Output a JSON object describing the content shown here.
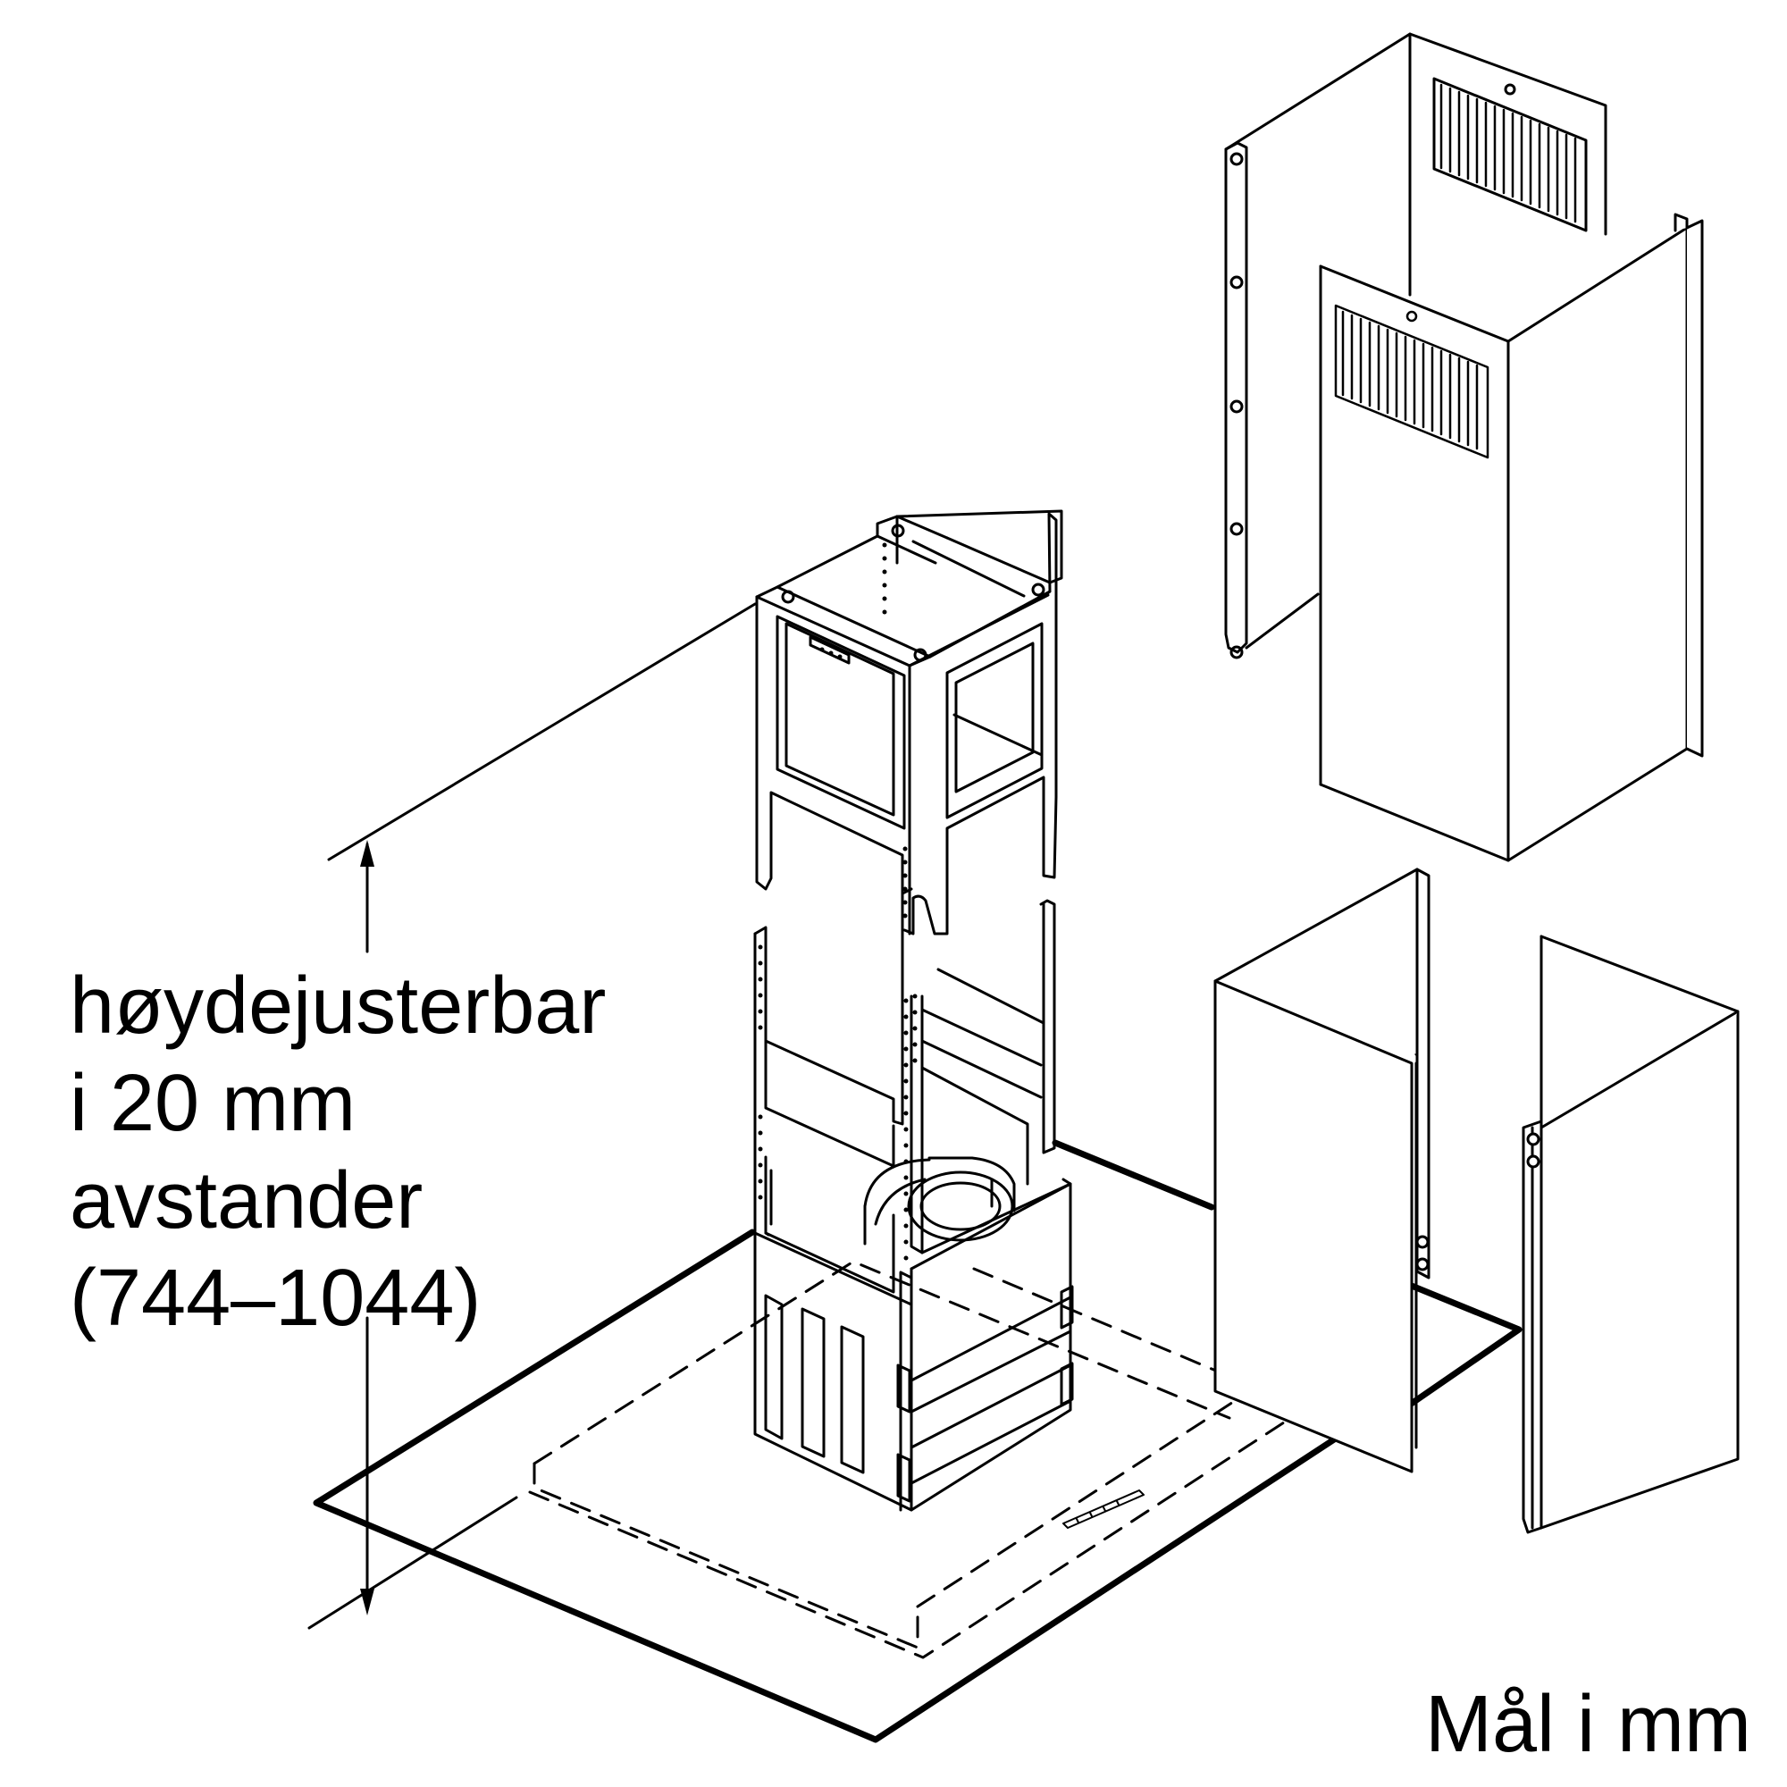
{
  "diagram": {
    "height_label_lines": [
      "høydejusterbar",
      "i 20 mm",
      "avstander",
      "(744–1044)"
    ],
    "units_label": "Mål i mm"
  }
}
